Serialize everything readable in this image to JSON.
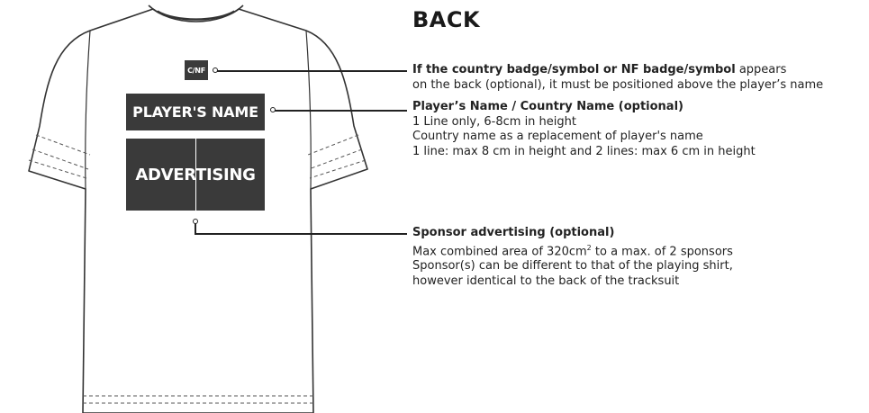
{
  "heading": "BACK",
  "shirt": {
    "badge_label": "C/NF",
    "name_label": "PLAYER'S NAME",
    "advertising_label": "ADVERTISING"
  },
  "notes": {
    "badge": {
      "title_bold": "If the country badge/symbol or NF badge/symbol",
      "title_rest": " appears",
      "line2": "on the back (optional), it must be positioned above the player’s name"
    },
    "name": {
      "title": "Player’s Name / Country Name (optional)",
      "line1": "1 Line only, 6-8cm in height",
      "line2": "Country name as a replacement of player's name",
      "line3": "1 line: max 8 cm in height and 2 lines: max 6 cm in height"
    },
    "sponsor": {
      "title": "Sponsor advertising (optional)",
      "line1_pre": "Max combined area of 320cm",
      "line1_sup": "2",
      "line1_post": " to a max. of 2 sponsors",
      "line2": "Sponsor(s) can be different to that of the playing shirt,",
      "line3": "however identical to the back of the tracksuit"
    }
  }
}
